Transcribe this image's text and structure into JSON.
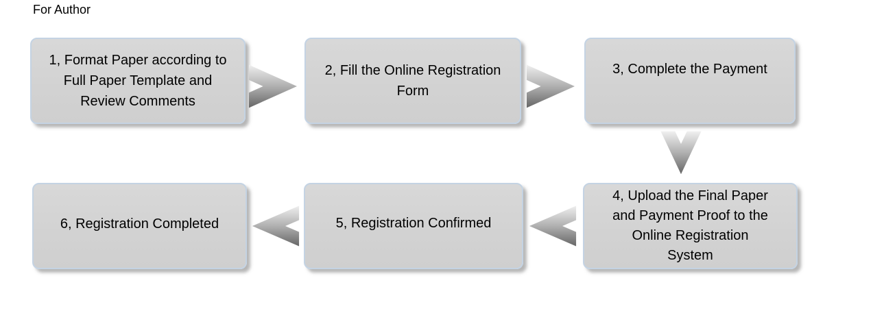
{
  "page": {
    "title": "For Author"
  },
  "flow": {
    "boxes": [
      {
        "step": "1",
        "label": "1, Format Paper according to\nFull Paper Template and\nReview Comments"
      },
      {
        "step": "2",
        "label": "2, Fill the Online Registration\nForm"
      },
      {
        "step": "3",
        "label": "3, Complete the Payment"
      },
      {
        "step": "4",
        "label": "4, Upload the Final Paper\nand Payment Proof to the\nOnline Registration\nSystem"
      },
      {
        "step": "5",
        "label": "5, Registration Confirmed"
      },
      {
        "step": "6",
        "label": "6, Registration Completed"
      }
    ],
    "arrows": [
      {
        "from": "1",
        "to": "2",
        "direction": "right"
      },
      {
        "from": "2",
        "to": "3",
        "direction": "right"
      },
      {
        "from": "3",
        "to": "4",
        "direction": "down"
      },
      {
        "from": "4",
        "to": "5",
        "direction": "left"
      },
      {
        "from": "5",
        "to": "6",
        "direction": "left"
      }
    ],
    "colors": {
      "box_fill": "#d2d2d2",
      "box_border": "#c4d3e3",
      "text": "#000000",
      "arrow_gradient_top": "#efefef",
      "arrow_gradient_mid": "#b0b0b0",
      "arrow_gradient_bottom": "#666666",
      "background": "#ffffff"
    }
  }
}
